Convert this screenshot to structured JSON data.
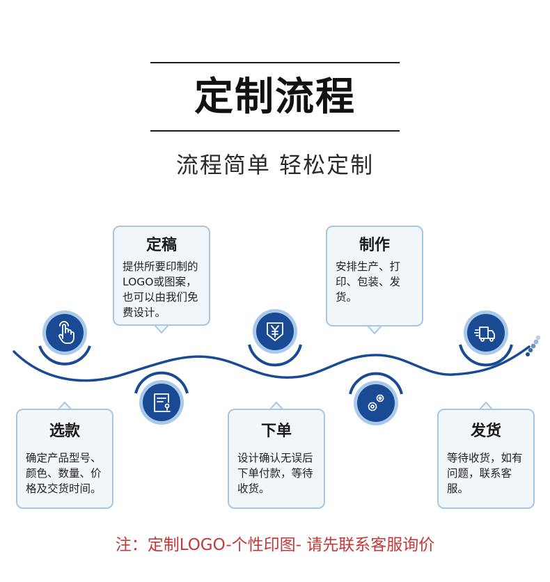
{
  "header": {
    "title": "定制流程",
    "subtitle": "流程简单 轻松定制"
  },
  "steps": [
    {
      "id": "select",
      "title": "选款",
      "desc": "确定产品型号、颜色、数量、价格及交货时间。",
      "icon": "hand-pointer-icon"
    },
    {
      "id": "design",
      "title": "定稿",
      "desc": "提供所要印制的LOGO或图案，也可以由我们免费设计。",
      "icon": "document-stamp-icon"
    },
    {
      "id": "order",
      "title": "下单",
      "desc": "设计确认无误后下单付款，等待收货。",
      "icon": "yen-payment-icon"
    },
    {
      "id": "produce",
      "title": "制作",
      "desc": "安排生产、打印、包装、发货。",
      "icon": "gears-icon"
    },
    {
      "id": "ship",
      "title": "发货",
      "desc": "等待收货，如有问题，联系客服。",
      "icon": "delivery-truck-icon"
    }
  ],
  "note": "注：定制LOGO-个性印图- 请先联系客服询价",
  "colors": {
    "primary": "#1a4a94",
    "ring_light": "#a8c9ea",
    "card_bg": "#f1f6fb",
    "card_border": "#a7c6e2",
    "note": "#c63838"
  }
}
